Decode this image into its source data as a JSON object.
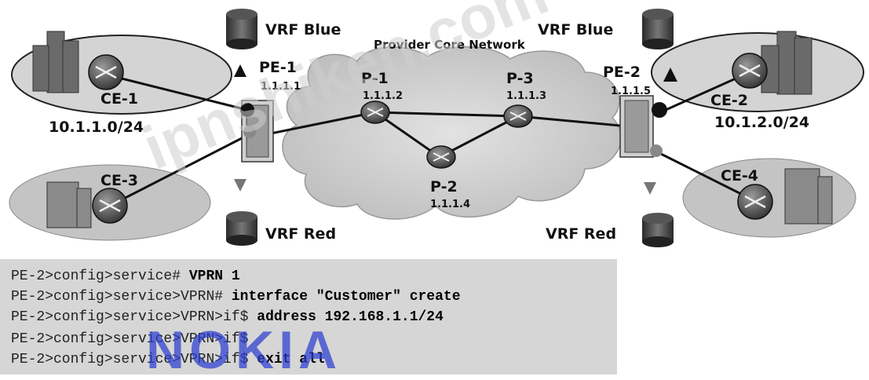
{
  "diagram": {
    "core_label": "Provider Core Network",
    "vrf_blue_left": "VRF Blue",
    "vrf_blue_right": "VRF Blue",
    "vrf_red_left": "VRF Red",
    "vrf_red_right": "VRF Red",
    "pe1_name": "PE-1",
    "pe1_ip": "1.1.1.1",
    "pe2_name": "PE-2",
    "pe2_ip": "1.1.1.5",
    "p1_name": "P-1",
    "p1_ip": "1.1.1.2",
    "p2_name": "P-2",
    "p2_ip": "1.1.1.4",
    "p3_name": "P-3",
    "p3_ip": "1.1.1.3",
    "ce1_name": "CE-1",
    "ce1_subnet": "10.1.1.0/24",
    "ce2_name": "CE-2",
    "ce2_subnet": "10.1.2.0/24",
    "ce3_name": "CE-3",
    "ce4_name": "CE-4"
  },
  "cli": {
    "lines": [
      {
        "prompt": "PE-2>config>service# ",
        "command": "VPRN 1"
      },
      {
        "prompt": "PE-2>config>service>VPRN# ",
        "command": "interface \"Customer\" create"
      },
      {
        "prompt": "PE-2>config>service>VPRN>if$ ",
        "command": "address 192.168.1.1/24"
      },
      {
        "prompt": "PE-2>config>service>VPRN>if$",
        "command": ""
      },
      {
        "prompt": "PE-2>config>service>VPRN>if$ ",
        "command": "exit all"
      }
    ]
  },
  "logo_text": "NOKIA",
  "watermark_text": "ipnshiken.com",
  "colors": {
    "cli_background": "#d6d6d6",
    "logo": "#2d3fd0",
    "cloud": "#cdcdcd"
  }
}
